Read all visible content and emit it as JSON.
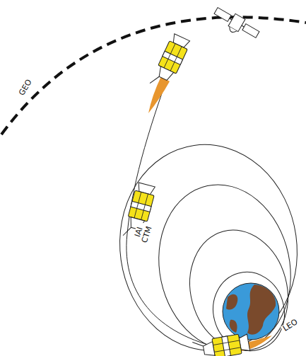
{
  "diagram": {
    "labels": [
      "GEO",
      "IAI CTM",
      "LEO"
    ]
  }
}
